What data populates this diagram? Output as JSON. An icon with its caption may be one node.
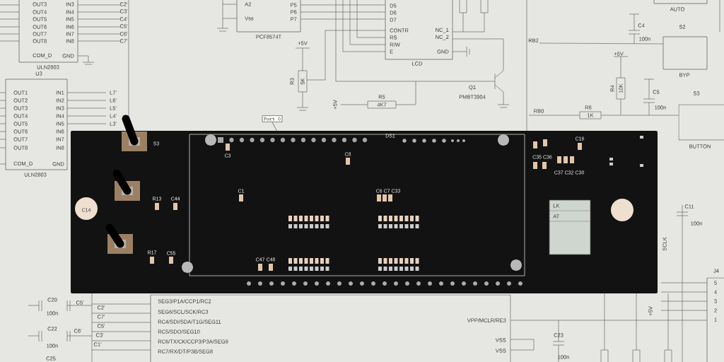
{
  "diagram": {
    "nodes": [
      {
        "text": [
          "OUT3",
          "OUT4",
          "OUT5",
          "OUT6",
          "OUT7",
          "OUT8",
          "COM_D",
          "IN3",
          "IN4",
          "IN5",
          "IN6",
          "IN7",
          "IN8",
          "GND"
        ],
        "beside": [
          "ULN2803"
        ]
      },
      {
        "text": [
          "OUT1",
          "OUT2",
          "OUT3",
          "OUT4",
          "OUT5",
          "OUT6",
          "OUT7",
          "OUT8",
          "COM_D",
          "IN1",
          "IN2",
          "IN3",
          "IN4",
          "IN5",
          "IN6",
          "IN7",
          "IN8",
          "GND"
        ],
        "beside": [
          "U3",
          "ULN2803"
        ]
      },
      {
        "text": [
          "A2",
          "Vss",
          "P5",
          "P6",
          "P7"
        ],
        "beside": [
          "PCF8574T"
        ]
      },
      {
        "text": [
          "D5",
          "D6",
          "D7",
          "CONTR",
          "RS",
          "R/W",
          "E",
          "NC_1",
          "NC_2",
          "GND"
        ],
        "beside": [
          "LCD"
        ]
      },
      {
        "text": [
          "Port 0"
        ]
      },
      {
        "text": [
          "AUTO"
        ]
      },
      {
        "text": [
          "S2",
          "BYP"
        ]
      },
      {
        "text": [
          "S3",
          "BUTTON"
        ]
      },
      {
        "text": [
          "LK",
          "AT"
        ]
      },
      {
        "text": [
          "J4",
          "5",
          "4",
          "3",
          "2",
          "1"
        ]
      },
      {
        "text": [
          "SEG3/P1A/CCP1/RC2",
          "SEG6/SCL/SCK/RC3",
          "RC4/SDI/SDA/T1G/SEG11",
          "RC5/SDO/SEG10",
          "RC6/TX/CK/CCP3/P3A/SEG9",
          "RC7/RX/DT/P3B/SEG8",
          "VPP/MCLR/RE3",
          "VSS",
          "VSS"
        ]
      },
      {
        "text": [
          "RB2"
        ]
      }
    ],
    "edges": [
      {
        "from": 2,
        "to": 3,
        "arrow": "none"
      },
      {
        "from": 2,
        "to": 3,
        "arrow": "none"
      },
      {
        "from": 2,
        "to": 3,
        "arrow": "none"
      },
      {
        "from": 10,
        "to": 9,
        "arrow": "none"
      },
      {
        "from": 11,
        "to": 6,
        "arrow": "none"
      },
      {
        "from": null,
        "to": 7,
        "arrow": "none"
      }
    ],
    "labels": [
      "C2'",
      "C3'",
      "C4'",
      "C5'",
      "C6'",
      "C7'",
      "+5V",
      "R3",
      "5K",
      "R5",
      "4K7",
      "+5V",
      "Q1",
      "PMBT3904",
      "C4",
      "100n",
      "+5V",
      "R4",
      "10K",
      "C5",
      "100n",
      "R6",
      "1K",
      "RB0",
      "L7'",
      "L6'",
      "L5'",
      "L4'",
      "L3'",
      "S3",
      "DS1",
      "C3",
      "C8",
      "C16",
      "C35 C36",
      "C37 C32 C38",
      "C1",
      "C6 C7 C33",
      "C14",
      "R13",
      "C44",
      "C11",
      "100n",
      "SCLK",
      "R17",
      "C55",
      "C47",
      "C48",
      "C20",
      "C5'",
      "100n",
      "C2'",
      "C7'",
      "C5'",
      "C22",
      "C6'",
      "C3'",
      "C23",
      "C1'",
      "100n",
      "+5V",
      "100n",
      "C25"
    ]
  }
}
